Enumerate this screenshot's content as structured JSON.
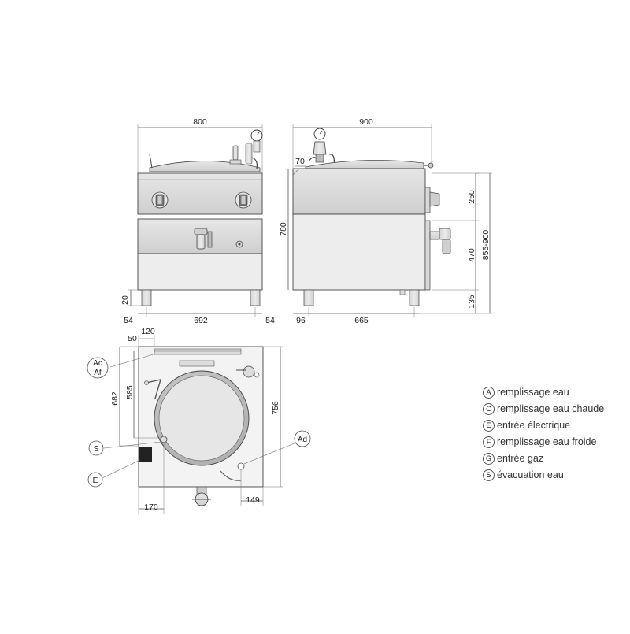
{
  "front_view": {
    "dims": {
      "width": "800",
      "height": "780",
      "foot_h": "20",
      "left_side": "54",
      "between_feet": "692",
      "right_side": "54"
    }
  },
  "side_view": {
    "dims": {
      "depth": "900",
      "rim": "70",
      "top": "250",
      "middle": "470",
      "bottom": "135",
      "total_h": "855-900",
      "left_side": "96",
      "between_feet": "665"
    }
  },
  "top_view": {
    "dims": {
      "a": "50",
      "b": "120",
      "c": "585",
      "d": "682",
      "e": "756",
      "f": "170",
      "g": "149"
    },
    "callouts": {
      "ac": "Ac",
      "af": "Af",
      "s": "S",
      "e": "E",
      "ad": "Ad"
    }
  },
  "legend": [
    {
      "code": "A",
      "text": "remplissage eau"
    },
    {
      "code": "C",
      "text": "remplissage eau chaude"
    },
    {
      "code": "E",
      "text": "entrée électrique"
    },
    {
      "code": "F",
      "text": "remplissage eau froide"
    },
    {
      "code": "G",
      "text": "entrée gaz"
    },
    {
      "code": "S",
      "text": "évacuation eau"
    }
  ]
}
